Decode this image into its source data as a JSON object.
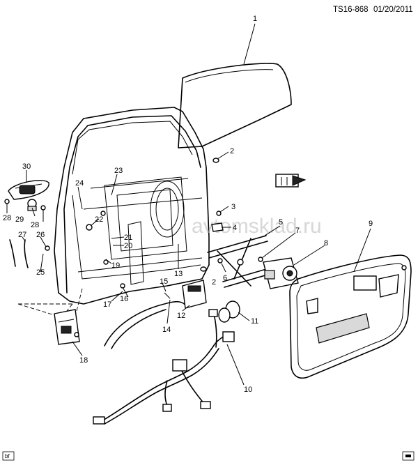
{
  "header": {
    "code": "TS16-868",
    "date": "01/20/2011"
  },
  "watermark": "avtomsklad.ru",
  "corner_tag": "bf",
  "callouts": [
    {
      "id": "callout-1",
      "label": "1"
    },
    {
      "id": "callout-2-upper",
      "label": "2"
    },
    {
      "id": "callout-2-lower",
      "label": "2"
    },
    {
      "id": "callout-3",
      "label": "3"
    },
    {
      "id": "callout-4",
      "label": "4"
    },
    {
      "id": "callout-5",
      "label": "5"
    },
    {
      "id": "callout-6",
      "label": "6"
    },
    {
      "id": "callout-7",
      "label": "7"
    },
    {
      "id": "callout-8",
      "label": "8"
    },
    {
      "id": "callout-9",
      "label": "9"
    },
    {
      "id": "callout-10",
      "label": "10"
    },
    {
      "id": "callout-11",
      "label": "11"
    },
    {
      "id": "callout-12",
      "label": "12"
    },
    {
      "id": "callout-13",
      "label": "13"
    },
    {
      "id": "callout-14",
      "label": "14"
    },
    {
      "id": "callout-15",
      "label": "15"
    },
    {
      "id": "callout-16",
      "label": "16"
    },
    {
      "id": "callout-17",
      "label": "17"
    },
    {
      "id": "callout-18",
      "label": "18"
    },
    {
      "id": "callout-19",
      "label": "19"
    },
    {
      "id": "callout-20",
      "label": "20"
    },
    {
      "id": "callout-21",
      "label": "21"
    },
    {
      "id": "callout-22",
      "label": "22"
    },
    {
      "id": "callout-23",
      "label": "23"
    },
    {
      "id": "callout-24",
      "label": "24"
    },
    {
      "id": "callout-25",
      "label": "25"
    },
    {
      "id": "callout-26",
      "label": "26"
    },
    {
      "id": "callout-27",
      "label": "27"
    },
    {
      "id": "callout-28-left",
      "label": "28"
    },
    {
      "id": "callout-28-right",
      "label": "28"
    },
    {
      "id": "callout-29",
      "label": "29"
    },
    {
      "id": "callout-30",
      "label": "30"
    }
  ]
}
